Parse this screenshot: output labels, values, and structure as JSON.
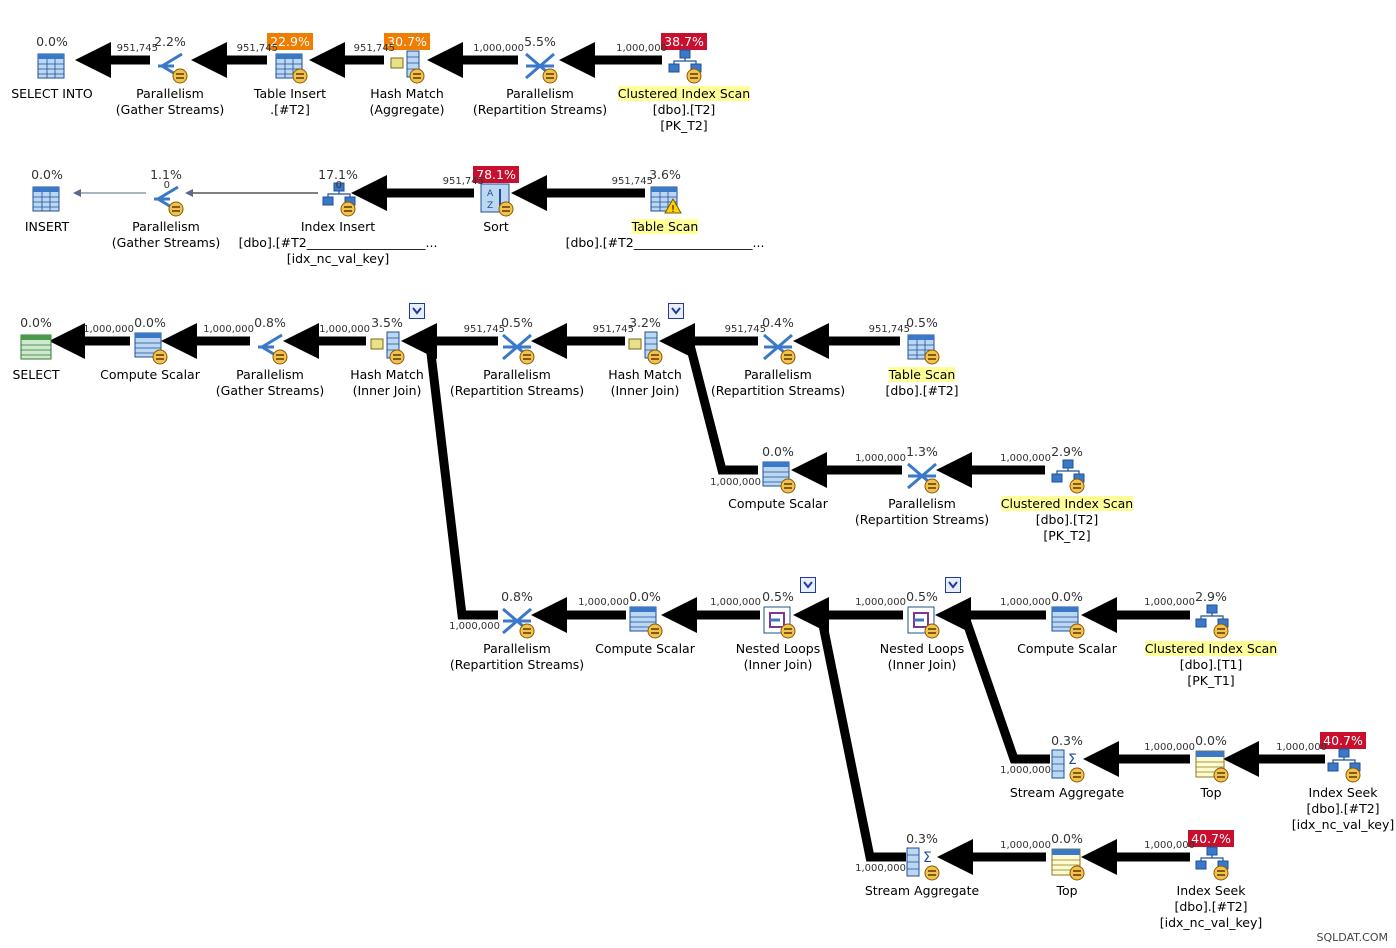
{
  "nodes": [
    {
      "id": "n1",
      "pct": "0.0%",
      "icon": "select-into-icon",
      "lines": [
        "SELECT INTO"
      ]
    },
    {
      "id": "n2",
      "pct": "2.2%",
      "icon": "parallelism-gather-icon",
      "lines": [
        "Parallelism",
        "(Gather Streams)"
      ]
    },
    {
      "id": "n3",
      "pct": "22.9%",
      "heat": "warm",
      "icon": "table-insert-icon",
      "lines": [
        "Table Insert",
        ".[#T2]"
      ]
    },
    {
      "id": "n4",
      "pct": "30.7%",
      "heat": "warm",
      "icon": "hash-match-icon",
      "lines": [
        "Hash Match",
        "(Aggregate)"
      ]
    },
    {
      "id": "n5",
      "pct": "5.5%",
      "icon": "parallelism-repartition-icon",
      "lines": [
        "Parallelism",
        "(Repartition Streams)"
      ]
    },
    {
      "id": "n6",
      "pct": "38.7%",
      "heat": "hot",
      "icon": "clustered-index-scan-icon",
      "lines": [
        "Clustered Index Scan",
        "[dbo].[T2]",
        "[PK_T2]"
      ],
      "highlight": true
    },
    {
      "id": "m1",
      "pct": "0.0%",
      "icon": "insert-icon",
      "lines": [
        "INSERT"
      ]
    },
    {
      "id": "m2",
      "pct": "1.1%",
      "icon": "parallelism-gather-icon",
      "lines": [
        "Parallelism",
        "(Gather Streams)"
      ]
    },
    {
      "id": "m3",
      "pct": "17.1%",
      "icon": "index-insert-icon",
      "lines": [
        "Index Insert",
        "[dbo].[#T2___________________...",
        "[idx_nc_val_key]"
      ]
    },
    {
      "id": "m4",
      "pct": "78.1%",
      "heat": "hot",
      "icon": "sort-icon",
      "lines": [
        "Sort"
      ]
    },
    {
      "id": "m5",
      "pct": "3.6%",
      "icon": "table-scan-warning-icon",
      "lines": [
        "Table Scan",
        "[dbo].[#T2___________________..."
      ],
      "highlight": true
    },
    {
      "id": "s1",
      "pct": "0.0%",
      "icon": "select-icon",
      "lines": [
        "SELECT"
      ]
    },
    {
      "id": "s2",
      "pct": "0.0%",
      "icon": "compute-scalar-icon",
      "lines": [
        "Compute Scalar"
      ]
    },
    {
      "id": "s3",
      "pct": "0.8%",
      "icon": "parallelism-gather-icon",
      "lines": [
        "Parallelism",
        "(Gather Streams)"
      ]
    },
    {
      "id": "s4",
      "pct": "3.5%",
      "icon": "hash-match-icon",
      "lines": [
        "Hash Match",
        "(Inner Join)"
      ]
    },
    {
      "id": "s5",
      "pct": "0.5%",
      "icon": "parallelism-repartition-icon",
      "lines": [
        "Parallelism",
        "(Repartition Streams)"
      ]
    },
    {
      "id": "s6",
      "pct": "3.2%",
      "icon": "hash-match-icon",
      "lines": [
        "Hash Match",
        "(Inner Join)"
      ]
    },
    {
      "id": "s7",
      "pct": "0.4%",
      "icon": "parallelism-repartition-icon",
      "lines": [
        "Parallelism",
        "(Repartition Streams)"
      ]
    },
    {
      "id": "s8",
      "pct": "0.5%",
      "icon": "table-scan-icon",
      "lines": [
        "Table Scan",
        "[dbo].[#T2]"
      ],
      "highlight": true
    },
    {
      "id": "t1",
      "pct": "0.0%",
      "icon": "compute-scalar-icon",
      "lines": [
        "Compute Scalar"
      ]
    },
    {
      "id": "t2",
      "pct": "1.3%",
      "icon": "parallelism-repartition-icon",
      "lines": [
        "Parallelism",
        "(Repartition Streams)"
      ]
    },
    {
      "id": "t3",
      "pct": "2.9%",
      "icon": "clustered-index-scan-icon",
      "lines": [
        "Clustered Index Scan",
        "[dbo].[T2]",
        "[PK_T2]"
      ],
      "highlight": true
    },
    {
      "id": "u1",
      "pct": "0.8%",
      "icon": "parallelism-repartition-icon",
      "lines": [
        "Parallelism",
        "(Repartition Streams)"
      ]
    },
    {
      "id": "u2",
      "pct": "0.0%",
      "icon": "compute-scalar-icon",
      "lines": [
        "Compute Scalar"
      ]
    },
    {
      "id": "u3",
      "pct": "0.5%",
      "icon": "nested-loops-icon",
      "lines": [
        "Nested Loops",
        "(Inner Join)"
      ]
    },
    {
      "id": "u4",
      "pct": "0.5%",
      "icon": "nested-loops-icon",
      "lines": [
        "Nested Loops",
        "(Inner Join)"
      ]
    },
    {
      "id": "u5",
      "pct": "0.0%",
      "icon": "compute-scalar-icon",
      "lines": [
        "Compute Scalar"
      ]
    },
    {
      "id": "u6",
      "pct": "2.9%",
      "icon": "clustered-index-scan-icon",
      "lines": [
        "Clustered Index Scan",
        "[dbo].[T1]",
        "[PK_T1]"
      ],
      "highlight": true
    },
    {
      "id": "v1",
      "pct": "0.3%",
      "icon": "stream-aggregate-icon",
      "lines": [
        "Stream Aggregate"
      ]
    },
    {
      "id": "v2",
      "pct": "0.0%",
      "icon": "top-icon",
      "lines": [
        "Top"
      ]
    },
    {
      "id": "v3",
      "pct": "40.7%",
      "heat": "hot",
      "icon": "index-seek-icon",
      "lines": [
        "Index Seek",
        "[dbo].[#T2]",
        "[idx_nc_val_key]"
      ]
    },
    {
      "id": "w1",
      "pct": "0.3%",
      "icon": "stream-aggregate-icon",
      "lines": [
        "Stream Aggregate"
      ]
    },
    {
      "id": "w2",
      "pct": "0.0%",
      "icon": "top-icon",
      "lines": [
        "Top"
      ]
    },
    {
      "id": "w3",
      "pct": "40.7%",
      "heat": "hot",
      "icon": "index-seek-icon",
      "lines": [
        "Index Seek",
        "[dbo].[#T2]",
        "[idx_nc_val_key]"
      ]
    }
  ],
  "row_labels": {
    "r1": [
      "951,745",
      "951,745",
      "951,745",
      "1,000,000",
      "1,000,000"
    ],
    "r2": [
      "0",
      "0",
      "951,745",
      "951,745"
    ],
    "r3": [
      "1,000,000",
      "1,000,000",
      "1,000,000",
      "951,745",
      "951,745",
      "951,745",
      "951,745"
    ],
    "r4": [
      "1,000,000",
      "1,000,000",
      "1,000,000"
    ],
    "r5": [
      "1,000,000",
      "1,000,000",
      "1,000,000",
      "1,000,000",
      "1,000,000",
      "1,000,000"
    ],
    "r6": [
      "1,000,000",
      "1,000,000",
      "1,000,000"
    ],
    "r7": [
      "1,000,000",
      "1,000,000",
      "1,000,000"
    ]
  },
  "watermark": "SQLDAT.COM"
}
